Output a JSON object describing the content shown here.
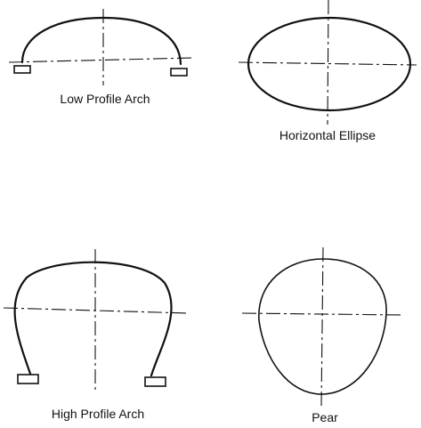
{
  "labels": {
    "low_profile_arch": "Low Profile Arch",
    "horizontal_ellipse": "Horizontal Ellipse",
    "high_profile_arch": "High Profile Arch",
    "pear": "Pear"
  }
}
